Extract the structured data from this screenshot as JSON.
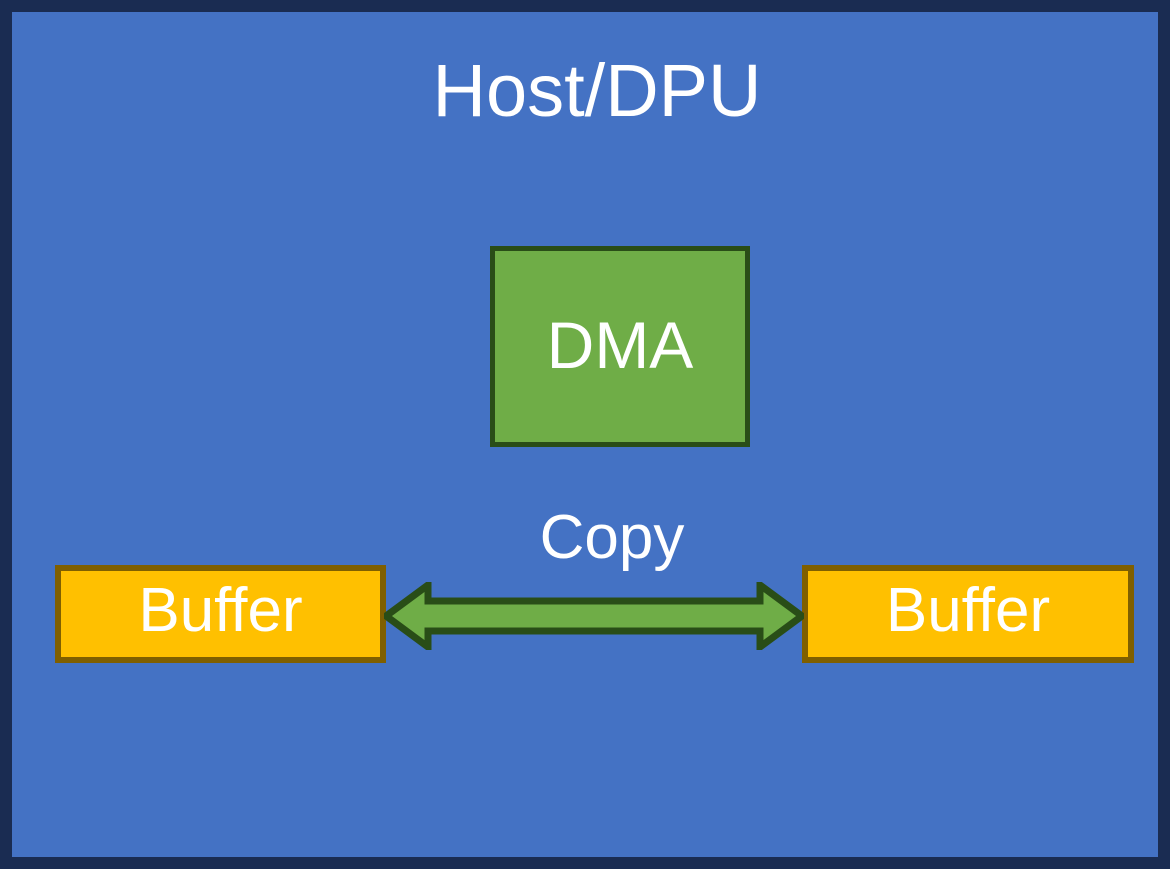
{
  "diagram": {
    "title": "Host/DPU",
    "colors": {
      "frame_border": "#1a2c52",
      "host_background": "#4472c4",
      "dma_fill": "#6fad47",
      "dma_border": "#294d17",
      "buffer_fill": "#ffc000",
      "buffer_border": "#7f5f00",
      "arrow_fill": "#6fad47",
      "arrow_border": "#294d17",
      "text": "#ffffff"
    },
    "nodes": {
      "dma": {
        "label": "DMA"
      },
      "buffer_left": {
        "label": "Buffer"
      },
      "buffer_right": {
        "label": "Buffer"
      }
    },
    "edges": {
      "copy": {
        "label": "Copy",
        "direction": "bidirectional",
        "from": "Buffer",
        "to": "Buffer"
      }
    }
  }
}
